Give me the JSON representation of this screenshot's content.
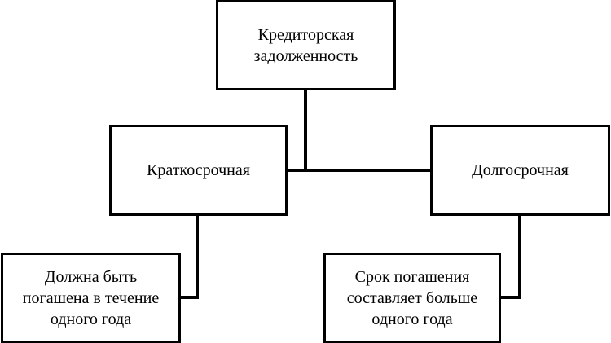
{
  "diagram": {
    "root": {
      "label": "Кредиторская\nзадолженность"
    },
    "left": {
      "label": "Краткосрочная",
      "description": "Должна быть\nпогашена в течение\nодного года"
    },
    "right": {
      "label": "Долгосрочная",
      "description": "Срок погашения\nсоставляет больше\nодного года"
    }
  },
  "colors": {
    "stroke": "#000000",
    "background": "#ffffff"
  }
}
